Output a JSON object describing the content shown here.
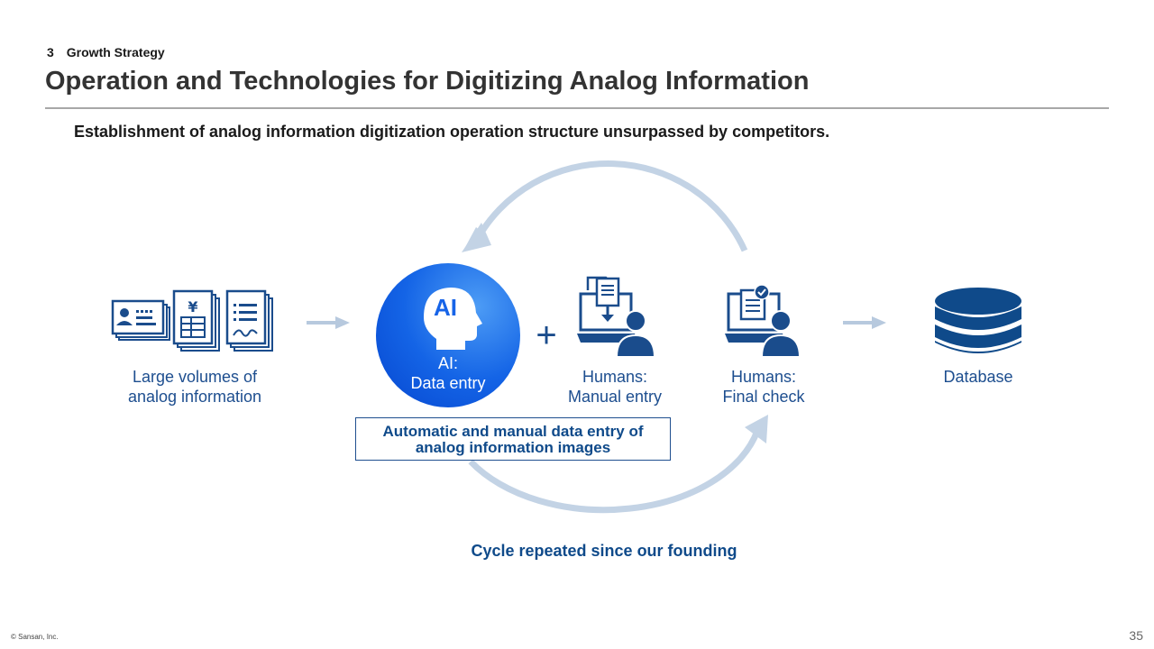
{
  "header": {
    "section_number": "3",
    "section_title": "Growth Strategy",
    "title": "Operation and Technologies for Digitizing Analog Information",
    "subtitle": "Establishment of analog information digitization operation structure unsurpassed by competitors."
  },
  "diagram": {
    "steps": [
      {
        "label": "Large volumes of\nanalog information",
        "icons": [
          "business-card-icon",
          "yen-ledger-icon",
          "handwritten-document-icon"
        ]
      },
      {
        "label": "AI:\nData entry",
        "badge": "AI",
        "icon": "ai-head-icon"
      },
      {
        "label": "Humans:\nManual entry",
        "icon": "person-at-laptop-entry-icon"
      },
      {
        "label": "Humans:\nFinal check",
        "icon": "person-at-laptop-check-icon"
      },
      {
        "label": "Database",
        "icon": "database-icon"
      }
    ],
    "plus_symbol": "+",
    "box_text": "Automatic and manual data entry of\nanalog information images",
    "cycle_caption": "Cycle repeated since our founding"
  },
  "colors": {
    "primary": "#0f4a8a",
    "icon_blue": "#1a4c8c",
    "ai_gradient_dark": "#0a4fd6",
    "ai_gradient_light": "#3f8df0",
    "arrow_light": "#c3d3e5"
  },
  "footer": {
    "copyright": "© Sansan, Inc.",
    "page_number": "35"
  }
}
